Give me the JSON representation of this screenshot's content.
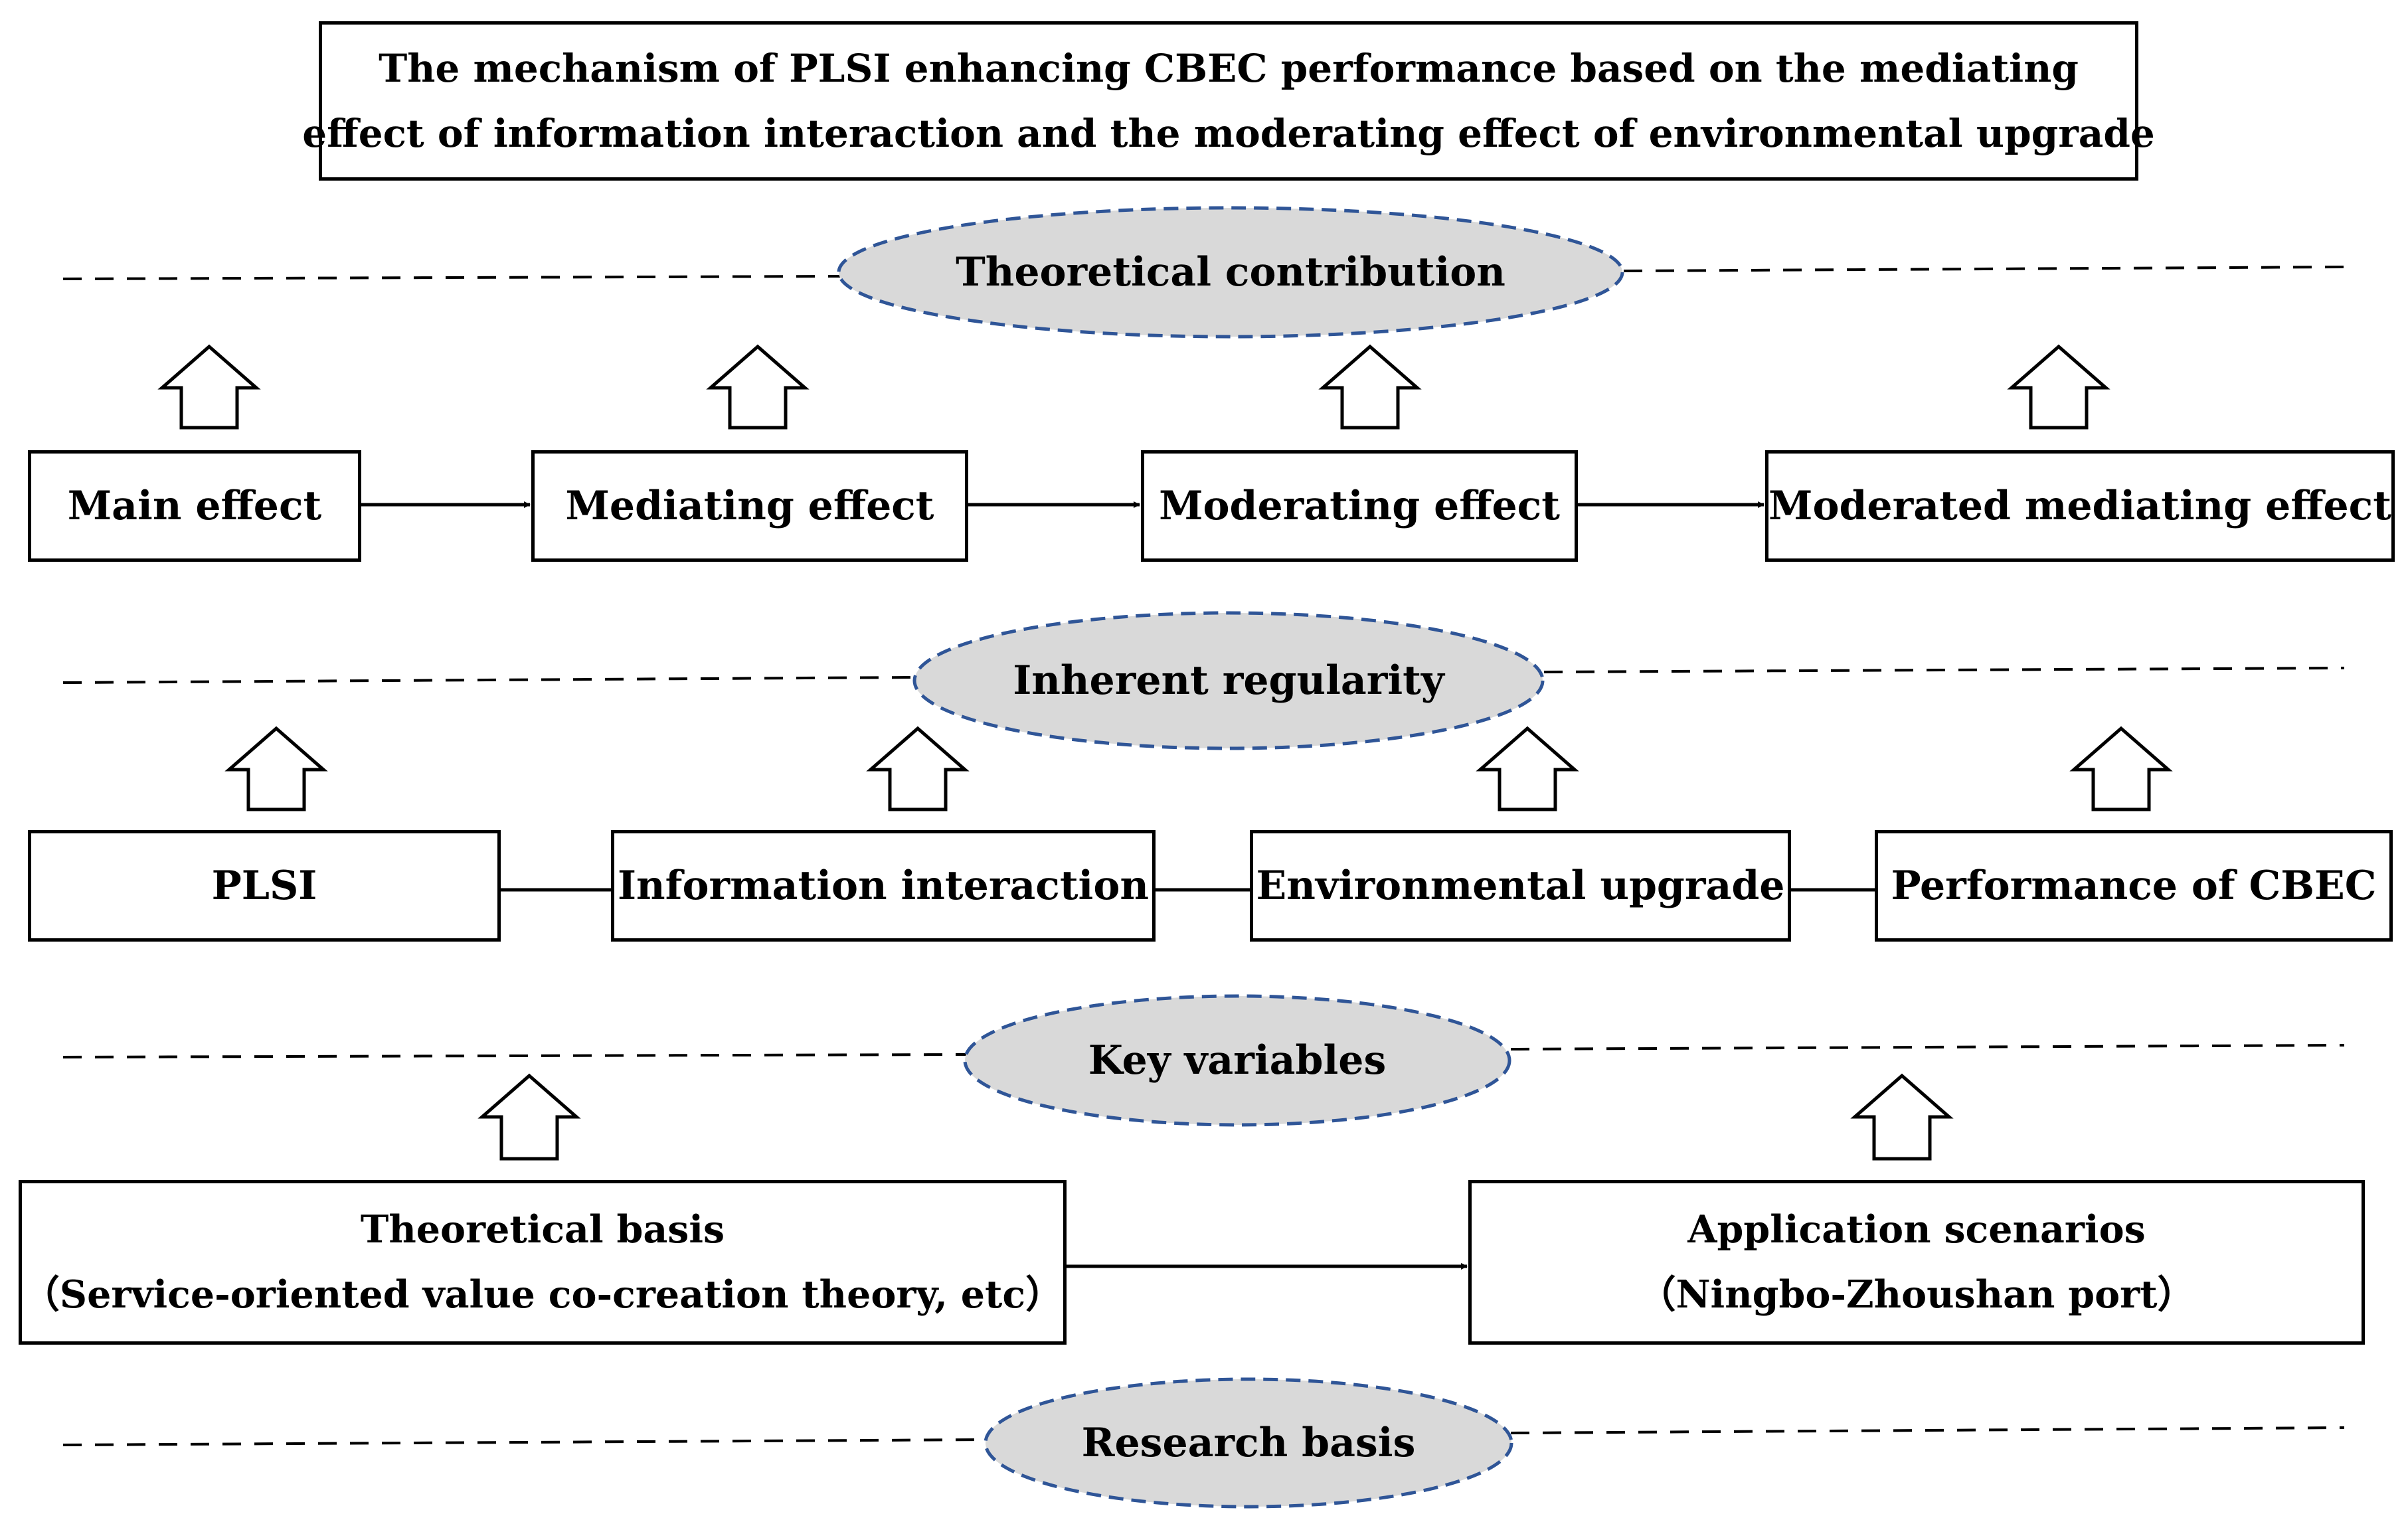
{
  "title": {
    "line1": "The mechanism of PLSI enhancing CBEC performance based on the mediating",
    "line2": "effect of information interaction and the moderating effect of environmental upgrade"
  },
  "levels": {
    "theoretical_contribution": "Theoretical contribution",
    "inherent_regularity": "Inherent regularity",
    "key_variables": "Key variables",
    "research_basis": "Research basis"
  },
  "effects": [
    "Main effect",
    "Mediating effect",
    "Moderating effect",
    "Moderated mediating effect"
  ],
  "variables": [
    "PLSI",
    "Information interaction",
    "Environmental upgrade",
    "Performance of CBEC"
  ],
  "basis": {
    "theoretical": {
      "line1": "Theoretical basis",
      "line2": "（Service-oriented value co-creation theory, etc）"
    },
    "application": {
      "line1": "Application scenarios",
      "line2": "（Ningbo-Zhoushan port）"
    }
  },
  "colors": {
    "ellipse_fill": "#d9d9d9",
    "ellipse_stroke": "#2f5597",
    "box_stroke": "#000000"
  }
}
